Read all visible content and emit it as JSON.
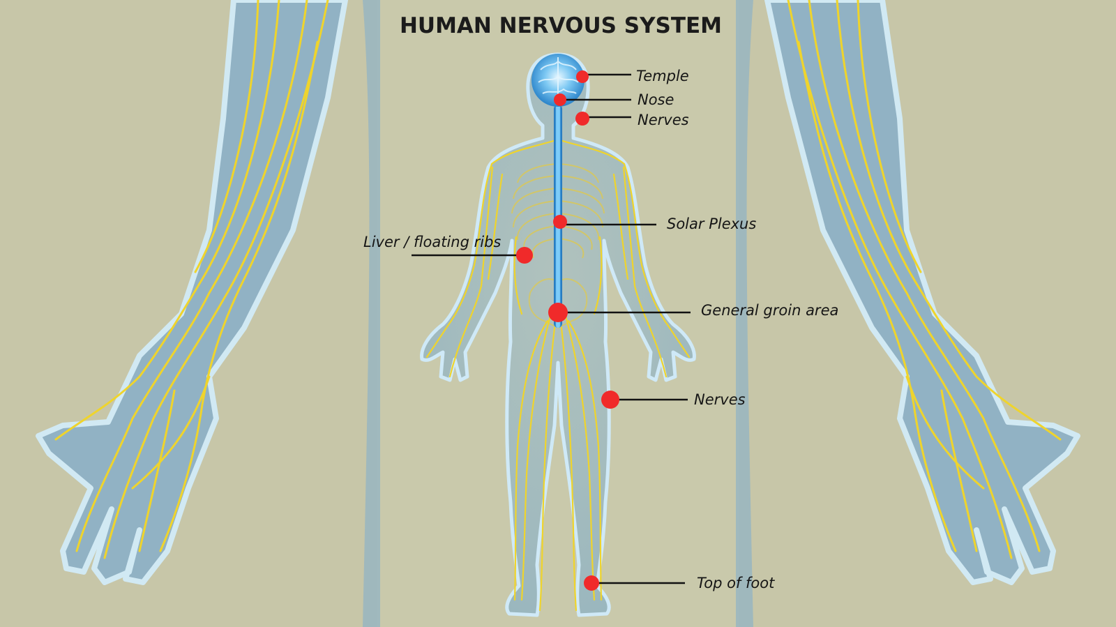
{
  "title": "HUMAN NERVOUS SYSTEM",
  "colors": {
    "background": "#c7c6a8",
    "center_panel": "#c9c9ab",
    "body_fill": "#8fb2c6",
    "body_edge": "#cfe9f7",
    "nerve": "#efd42c",
    "spinal_cord": "#2a8fdb",
    "marker": "#f02a2a",
    "leader_line": "#111111"
  },
  "callouts": [
    {
      "id": "temple",
      "label": "Temple"
    },
    {
      "id": "nose",
      "label": "Nose"
    },
    {
      "id": "nerves-neck",
      "label": "Nerves"
    },
    {
      "id": "solar-plexus",
      "label": "Solar Plexus"
    },
    {
      "id": "liver",
      "label": "Liver / floating ribs"
    },
    {
      "id": "groin",
      "label": "General groin area"
    },
    {
      "id": "nerves-leg",
      "label": "Nerves"
    },
    {
      "id": "top-of-foot",
      "label": "Top of foot"
    }
  ]
}
